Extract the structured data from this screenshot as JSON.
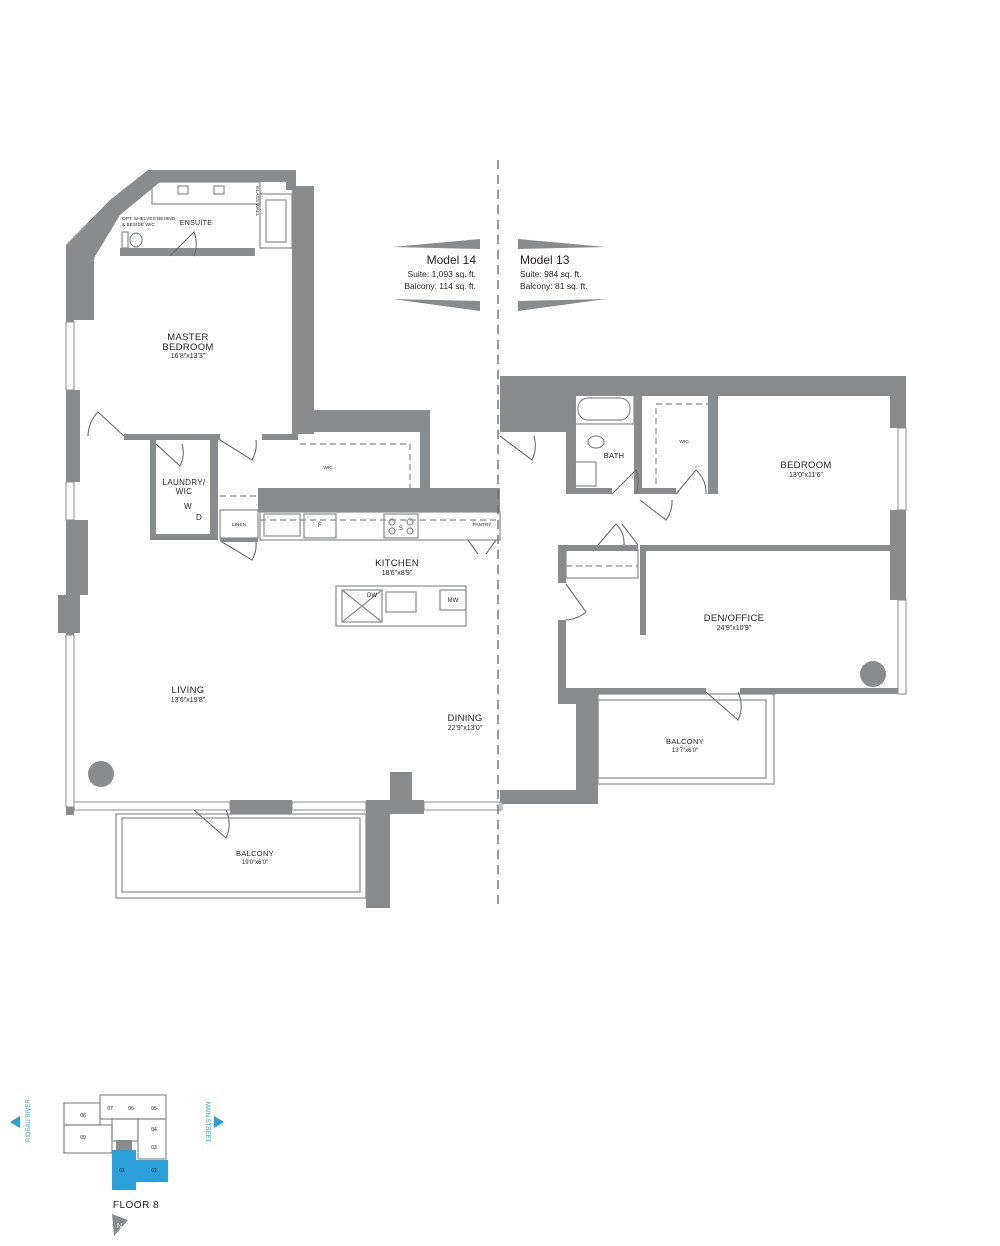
{
  "models": {
    "left": {
      "name": "Model 14",
      "suite": "Suite: 1,093 sq. ft.",
      "balcony": "Balcony: 114 sq. ft."
    },
    "right": {
      "name": "Model 13",
      "suite": "Suite: 984 sq. ft.",
      "balcony": "Balcony: 81 sq. ft."
    }
  },
  "rooms": {
    "ensuite": "ENSUITE",
    "ensuite_note_1": "OPT. SHELVES BEHIND",
    "ensuite_note_2": "& BESIDE W/C",
    "glass_wall": "GLASS WALL",
    "master_1": "MASTER",
    "master_2": "BEDROOM",
    "master_dim": "16'8\"x13'3\"",
    "wic_left": "WIC",
    "laundry_1": "LAUNDRY/",
    "laundry_2": "WIC",
    "washer": "W",
    "dryer": "D",
    "linen": "LINEN",
    "fridge": "F",
    "stove": "S",
    "pantry": "PANTRY",
    "kitchen": "KITCHEN",
    "kitchen_dim": "18'6\"x8'9\"",
    "dishwasher": "DW",
    "microwave": "MW",
    "living": "LIVING",
    "living_dim": "13'6\"x19'8\"",
    "dining": "DINING",
    "dining_dim": "22'9\"x13'0\"",
    "balcony_left": "BALCONY",
    "balcony_left_dim": "19'0\"x6'0\"",
    "bath": "BATH",
    "wic_right": "WIC",
    "bedroom": "BEDROOM",
    "bedroom_dim": "13'0\"x11'6\"",
    "den": "DEN/OFFICE",
    "den_dim": "24'9\"x10'9\"",
    "balcony_right": "BALCONY",
    "balcony_right_dim": "13'7\"x6'0\""
  },
  "key_plan": {
    "units": [
      "08",
      "07",
      "06",
      "05",
      "09",
      "04",
      "03",
      "01",
      "02"
    ],
    "highlight_color": "#2a9fd8",
    "street_left": "RIDEAU RIVER",
    "street_right": "MAIN STREET",
    "floor": "FLOOR 8",
    "north": "N"
  },
  "colors": {
    "wall": "#8a8b8d",
    "highlight": "#2a9fd8"
  }
}
